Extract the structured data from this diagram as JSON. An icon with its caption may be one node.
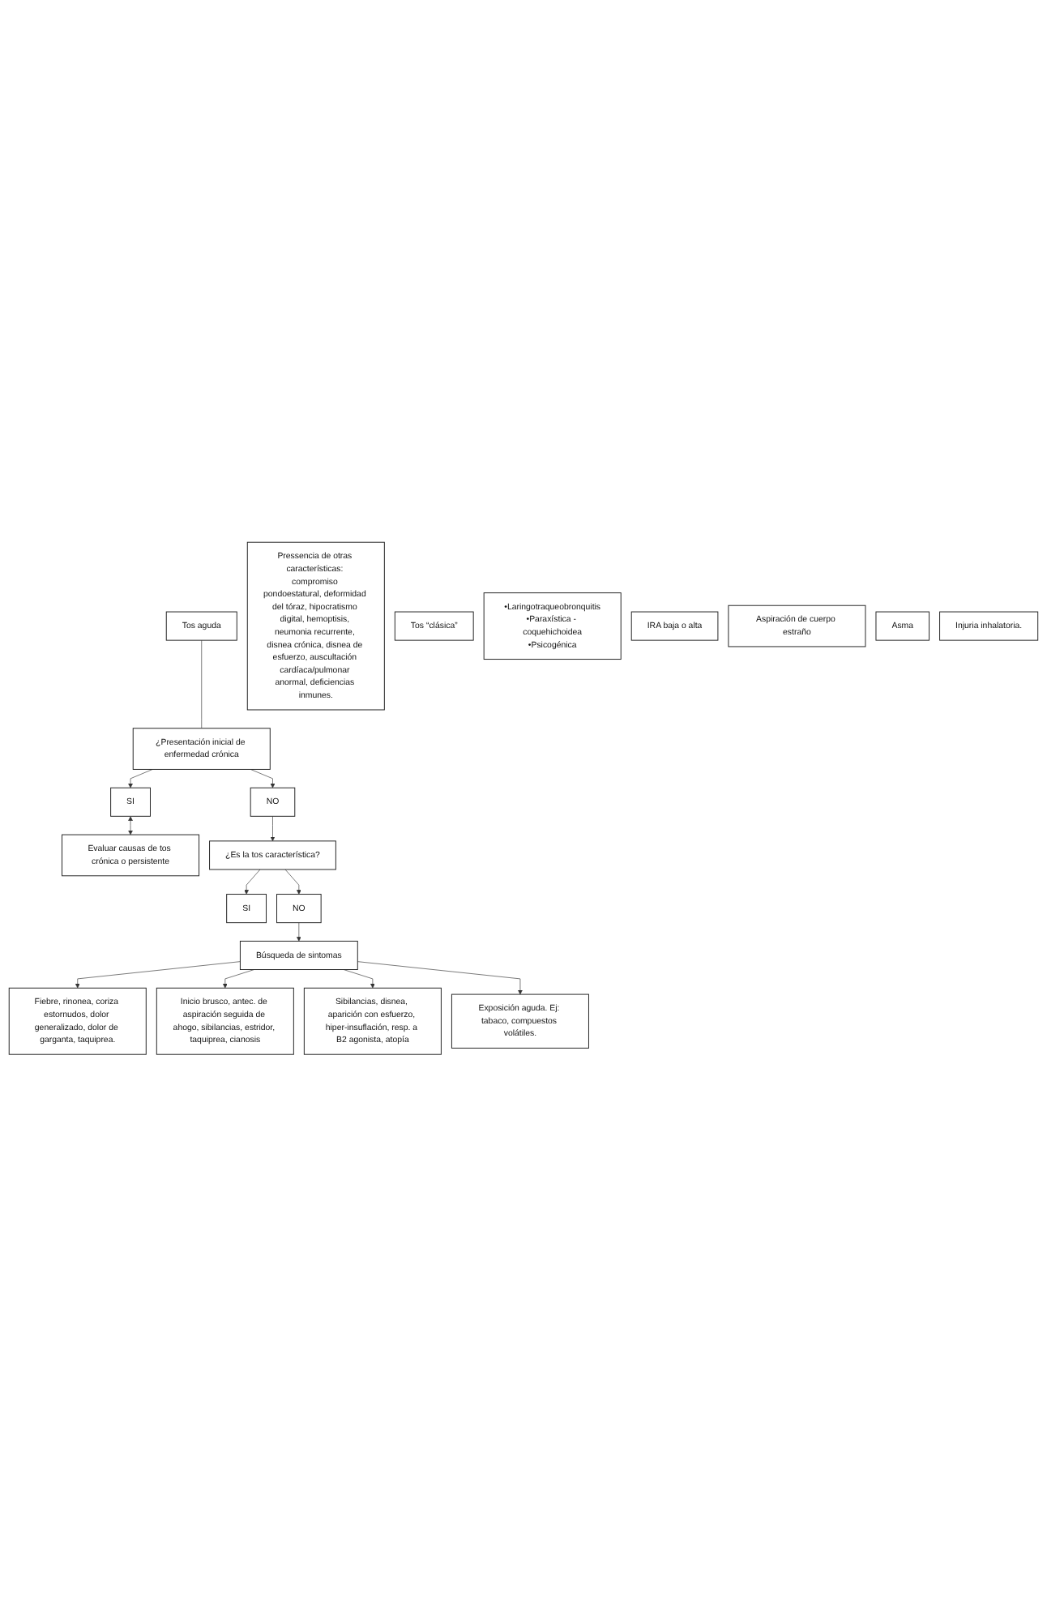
{
  "diagram": {
    "nodes": [
      {
        "text": [
          "Tos aguda"
        ]
      },
      {
        "text": [
          "¿Presentación inicial de enfermedad crónica"
        ]
      },
      {
        "text": [
          "Pressencia de otras características: compromiso pondoestatural, deformidad del tóraz, hipocratismo digital, hemoptisis, neumonia recurrente, disnea crónica, disnea de esfuerzo, auscultación cardíaca/pulmonar anormal, deficiencias inmunes."
        ]
      },
      {
        "text": [
          "NO"
        ]
      },
      {
        "text": [
          "SI"
        ]
      },
      {
        "text": [
          "Evaluar causas de tos crónica o persistente"
        ]
      },
      {
        "text": [
          "¿Es la tos característica?"
        ]
      },
      {
        "text": [
          "SI"
        ]
      },
      {
        "text": [
          "Tos “clásica”"
        ]
      },
      {
        "text": [
          "•Laringotraqueobronquitis",
          "•Paraxística - coquehichoidea",
          "•Psicogénica"
        ]
      },
      {
        "text": [
          "NO"
        ]
      },
      {
        "text": [
          "Búsqueda de sintomas"
        ]
      },
      {
        "text": [
          "Fiebre, rinonea, coriza estornudos, dolor generalizado, dolor de garganta, taquiprea."
        ]
      },
      {
        "text": [
          "Inicio brusco, antec. de aspiración seguida de ahogo, sibilancias, estridor, taquiprea, cianosis"
        ]
      },
      {
        "text": [
          "Sibilancias, disnea, aparición con esfuerzo, hiper-insuflación, resp. a B2 agonista, atopía"
        ]
      },
      {
        "text": [
          "Exposición aguda. Ej: tabaco, compuestos volátiles."
        ]
      },
      {
        "text": [
          "IRA baja o alta"
        ]
      },
      {
        "text": [
          "Aspiración de cuerpo estraño"
        ]
      },
      {
        "text": [
          "Asma"
        ]
      },
      {
        "text": [
          "Injuria inhalatoria."
        ]
      }
    ],
    "edges": [
      {
        "from": 0,
        "to": 1,
        "arrow": "none"
      },
      {
        "from": 1,
        "to": 3,
        "arrow": "to"
      },
      {
        "from": 1,
        "to": 4,
        "arrow": "to"
      },
      {
        "from": 4,
        "to": 5,
        "arrow": "both"
      },
      {
        "from": 3,
        "to": 6,
        "arrow": "to"
      },
      {
        "from": 6,
        "to": 7,
        "arrow": "to"
      },
      {
        "from": 6,
        "to": 10,
        "arrow": "to"
      },
      {
        "from": 10,
        "to": 11,
        "arrow": "to"
      },
      {
        "from": 11,
        "to": 12,
        "arrow": "to"
      },
      {
        "from": 11,
        "to": 13,
        "arrow": "to"
      },
      {
        "from": 11,
        "to": 14,
        "arrow": "to"
      },
      {
        "from": 11,
        "to": 15,
        "arrow": "to"
      }
    ]
  }
}
